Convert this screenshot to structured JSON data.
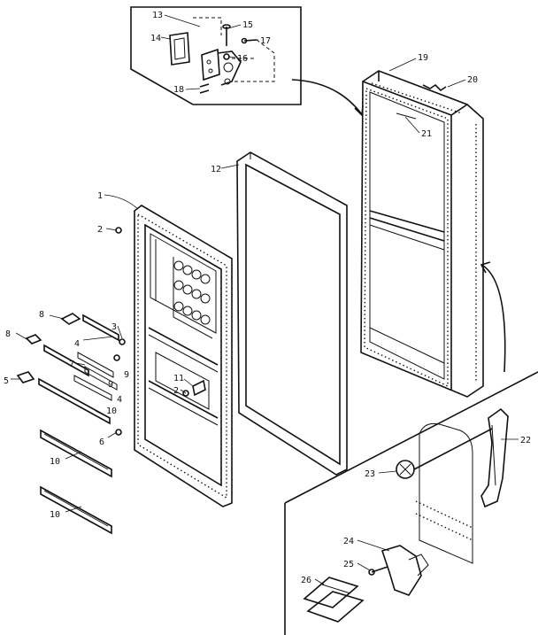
{
  "parts": [
    {
      "id": "part-1",
      "label": "1"
    },
    {
      "id": "part-2a",
      "label": "2"
    },
    {
      "id": "part-2b",
      "label": "2"
    },
    {
      "id": "part-3",
      "label": "3"
    },
    {
      "id": "part-4a",
      "label": "4"
    },
    {
      "id": "part-4b",
      "label": "4"
    },
    {
      "id": "part-5",
      "label": "5"
    },
    {
      "id": "part-6",
      "label": "6"
    },
    {
      "id": "part-7",
      "label": "7"
    },
    {
      "id": "part-8a",
      "label": "8"
    },
    {
      "id": "part-8b",
      "label": "8"
    },
    {
      "id": "part-9a",
      "label": "9"
    },
    {
      "id": "part-9b",
      "label": "9"
    },
    {
      "id": "part-10a",
      "label": "10"
    },
    {
      "id": "part-10b",
      "label": "10"
    },
    {
      "id": "part-10c",
      "label": "10"
    },
    {
      "id": "part-11",
      "label": "11"
    },
    {
      "id": "part-12",
      "label": "12"
    },
    {
      "id": "part-13",
      "label": "13"
    },
    {
      "id": "part-14",
      "label": "14"
    },
    {
      "id": "part-15",
      "label": "15"
    },
    {
      "id": "part-16",
      "label": "16"
    },
    {
      "id": "part-17",
      "label": "17"
    },
    {
      "id": "part-18",
      "label": "18"
    },
    {
      "id": "part-19",
      "label": "19"
    },
    {
      "id": "part-20",
      "label": "20"
    },
    {
      "id": "part-21",
      "label": "21"
    },
    {
      "id": "part-22",
      "label": "22"
    },
    {
      "id": "part-23",
      "label": "23"
    },
    {
      "id": "part-24",
      "label": "24"
    },
    {
      "id": "part-25",
      "label": "25"
    },
    {
      "id": "part-26",
      "label": "26"
    }
  ],
  "colors": {
    "ink": "#111111",
    "paper": "#ffffff"
  }
}
